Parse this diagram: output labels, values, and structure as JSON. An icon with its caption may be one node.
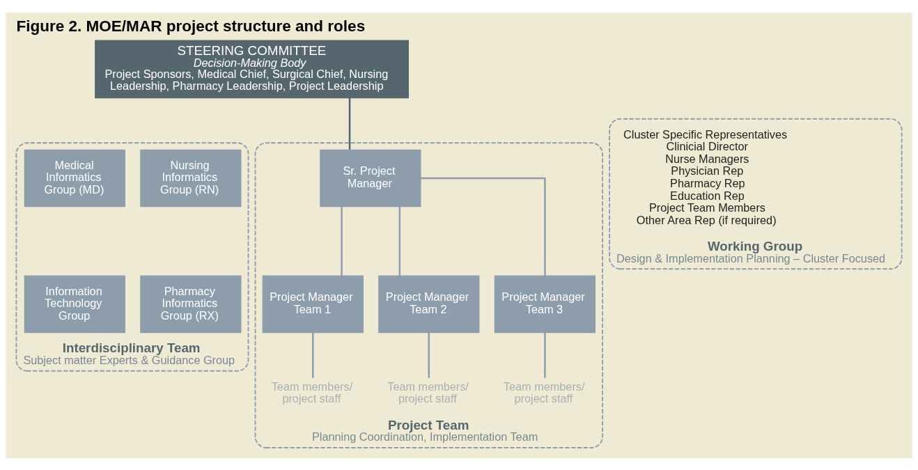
{
  "diagram": {
    "title": "Figure 2. MOE/MAR project structure and roles",
    "nodes": [
      {
        "text": [
          "STEERING COMMITTEE",
          "Decision-Making Body",
          "Project Sponsors, Medical Chief, Surgical Chief, Nursing Leadership, Pharmacy Leadership, Project Leadership"
        ]
      },
      {
        "text": [
          "Interdisciplinary Team",
          "Subject matter Experts & Guidance Group"
        ]
      },
      {
        "text": [
          "Nursing Informatics Group (RN)"
        ],
        "in": 1
      },
      {
        "text": [
          "Medical Informatics Group (MD)"
        ],
        "in": 1
      },
      {
        "text": [
          "Pharmacy Informatics Group (RX)"
        ],
        "in": 1
      },
      {
        "text": [
          "Information Technology Group"
        ],
        "in": 1
      },
      {
        "text": [
          "Project Team",
          "Planning Coordination, Implementation Team"
        ]
      },
      {
        "text": [
          "Sr. Project Manager"
        ],
        "in": 6
      },
      {
        "text": [
          "Project Manager Team 1"
        ],
        "in": 6
      },
      {
        "text": [
          "Project Manager Team 2"
        ],
        "in": 6
      },
      {
        "text": [
          "Project Manager Team 3"
        ],
        "in": 6
      },
      {
        "text": [
          "Team members/ project staff"
        ],
        "in": 6
      },
      {
        "text": [
          "Team members/ project staff"
        ],
        "in": 6
      },
      {
        "text": [
          "Team members/ project staff"
        ],
        "in": 6
      },
      {
        "text": [
          "Working Group",
          "Design & Implementation Planning – Cluster Focused"
        ]
      },
      {
        "text": [
          "Cluster Specific Representatives",
          "Clinicial Director",
          "Nurse Managers",
          "Physician Rep",
          "Pharmacy Rep",
          "Education Rep",
          "Project Team Members",
          "Other Area Rep (if required)"
        ],
        "in": 14
      }
    ],
    "edges": [
      {
        "from": 0,
        "to": 7,
        "arrow": "none"
      },
      {
        "from": 7,
        "to": 8,
        "arrow": "none"
      },
      {
        "from": 7,
        "to": 9,
        "arrow": "none"
      },
      {
        "from": 7,
        "to": 10,
        "arrow": "none"
      },
      {
        "from": 8,
        "to": 11,
        "arrow": "none"
      },
      {
        "from": 9,
        "to": 12,
        "arrow": "none"
      },
      {
        "from": 10,
        "to": 13,
        "arrow": "none"
      }
    ]
  }
}
